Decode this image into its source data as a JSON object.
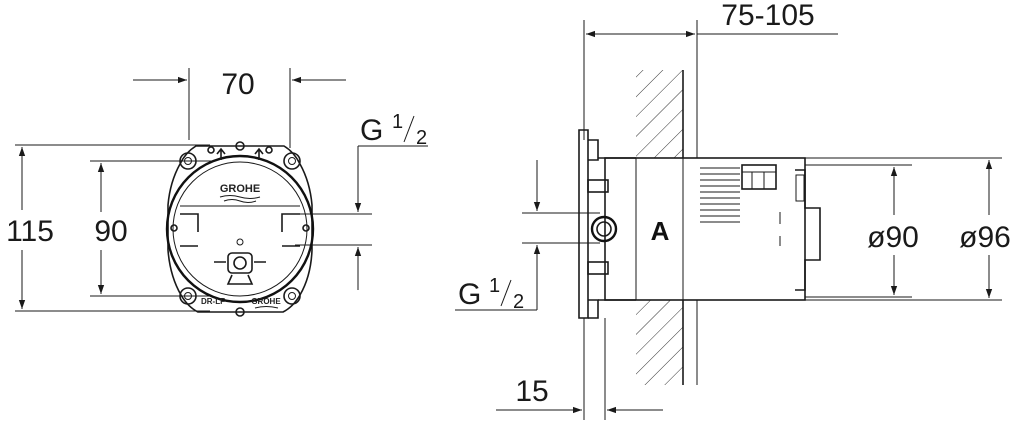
{
  "front_view": {
    "width_label": "70",
    "height_outer_label": "115",
    "height_inner_label": "90",
    "thread_label": "G",
    "thread_fraction_num": "1",
    "thread_fraction_den": "2",
    "brand": "GROHE",
    "marking_left": "DR-LF",
    "marking_right": "GROHE"
  },
  "side_view": {
    "depth_label": "75-105",
    "flange_label": "15",
    "diameter_inner_label": "ø90",
    "diameter_outer_label": "ø96",
    "thread_label": "G",
    "thread_fraction_num": "1",
    "thread_fraction_den": "2",
    "body_mark": "A"
  }
}
